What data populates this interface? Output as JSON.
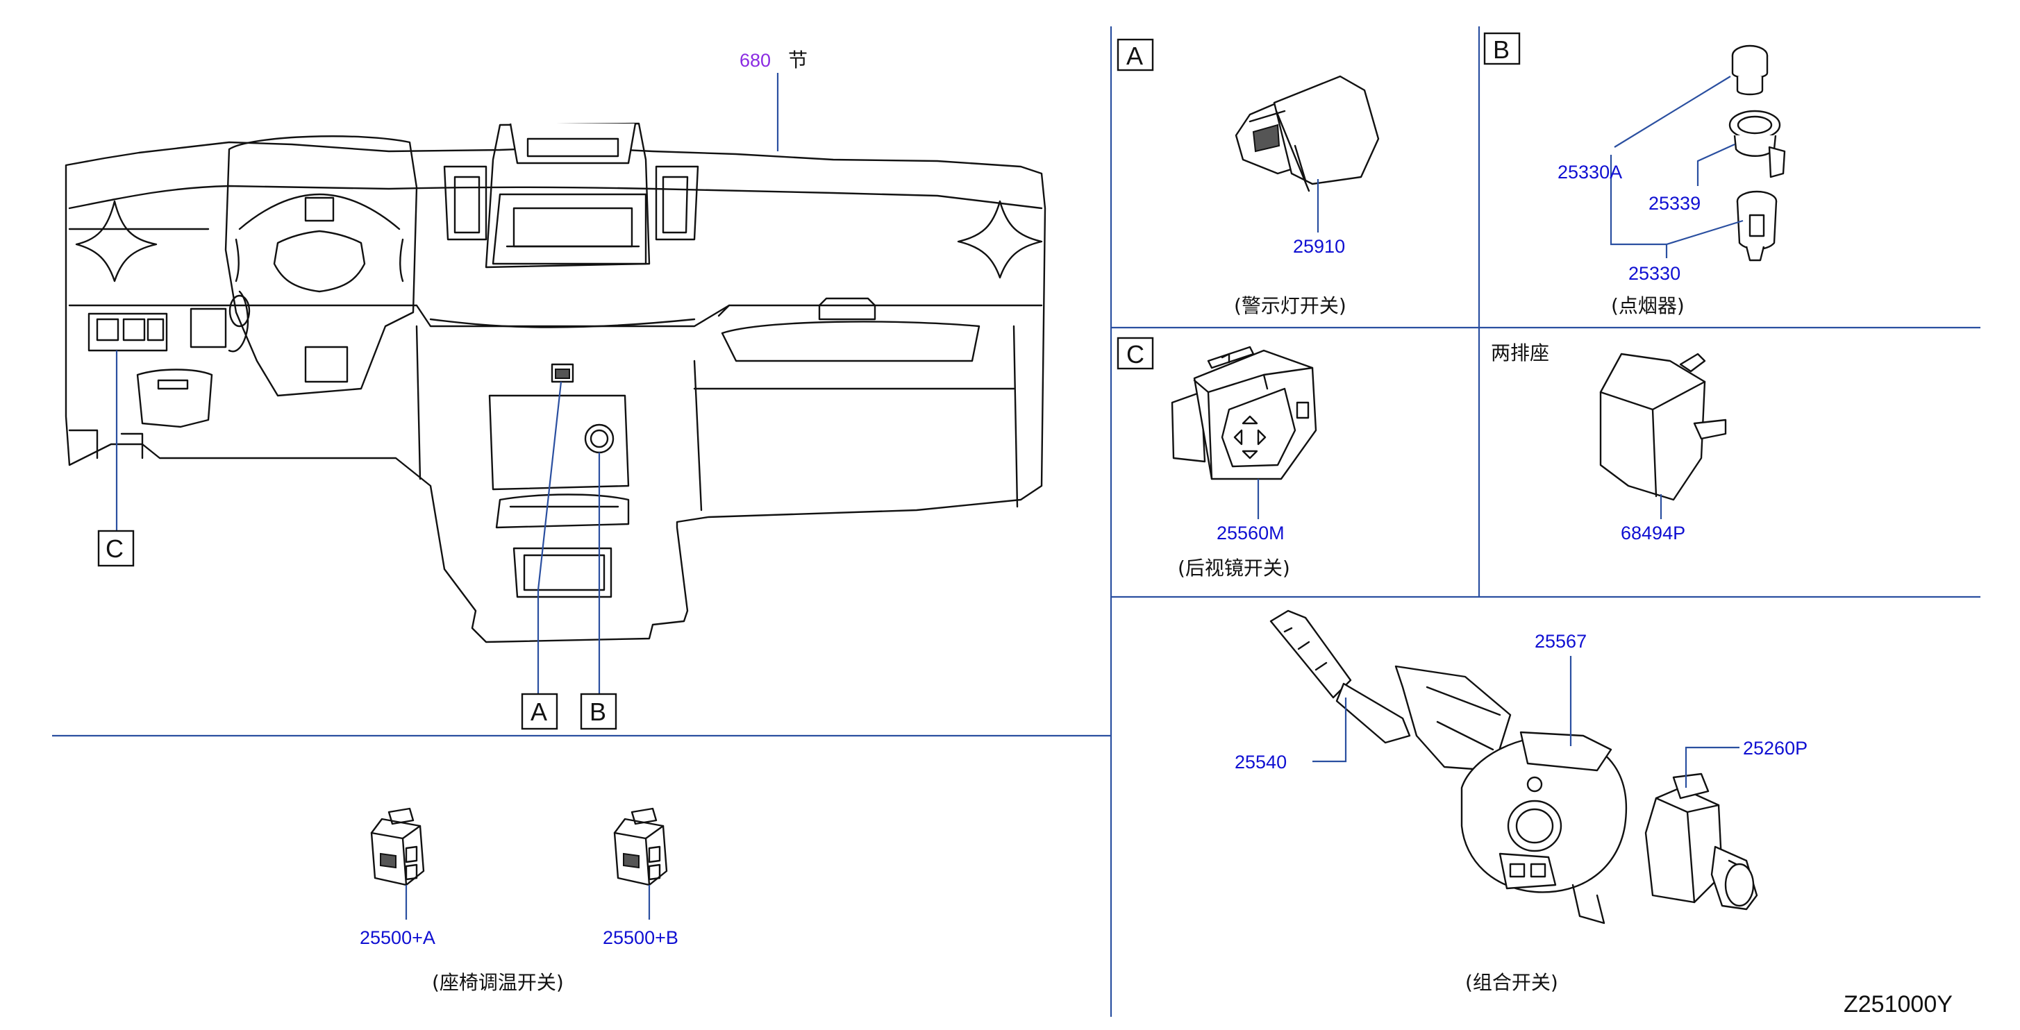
{
  "diagram_code": "Z251000Y",
  "section": {
    "number": "680",
    "char": "节"
  },
  "callouts": {
    "a": "A",
    "b": "B",
    "c": "C"
  },
  "panels": {
    "A": {
      "box": "A",
      "part": "25910",
      "caption": "(警示灯开关)"
    },
    "B": {
      "box": "B",
      "parts": [
        "25330A",
        "25339",
        "25330"
      ],
      "caption": "(点烟器)"
    },
    "C": {
      "box": "C",
      "part": "25560M",
      "caption": "(后视镜开关)"
    },
    "D": {
      "title": "两排座",
      "part": "68494P"
    },
    "E": {
      "parts": [
        "25567",
        "25540",
        "25260P"
      ],
      "caption": "(组合开关)"
    },
    "F": {
      "parts": [
        "25500+A",
        "25500+B"
      ],
      "caption": "(座椅调温开关)"
    }
  }
}
